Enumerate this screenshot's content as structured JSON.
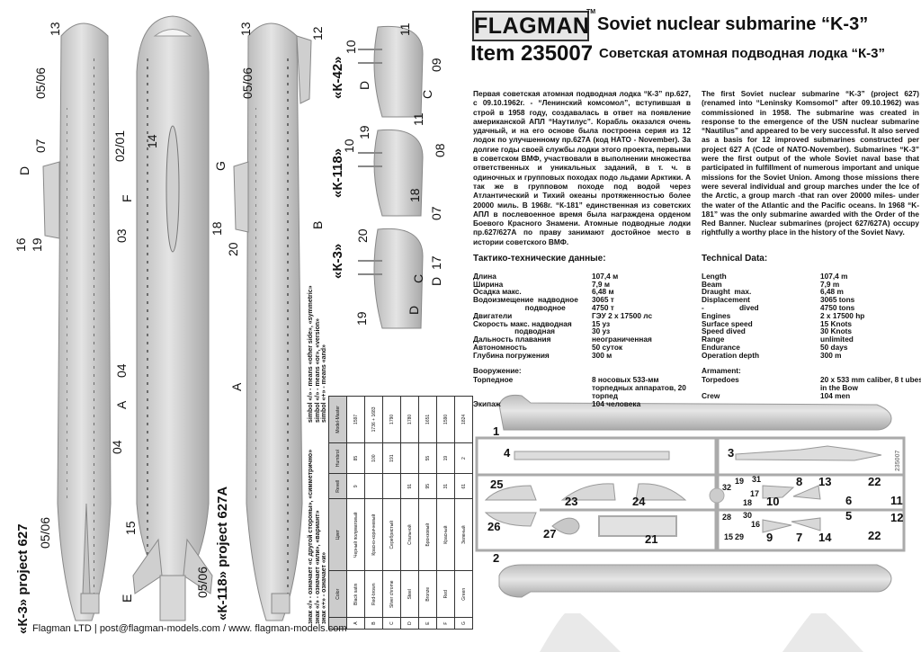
{
  "header": {
    "brand": "FLAGMAN",
    "trademark": "TM",
    "item": "Item 235007",
    "title_en": "Soviet nuclear submarine “K-3”",
    "title_ru": "Советская атомная подводная лодка “К-3”"
  },
  "description": {
    "ru": "Первая советская атомная подводная лодка “К-3” пр.627, с 09.10.1962г. - “Ленинский комсомол”, вступившая в строй в 1958 году, создавалась в ответ на появление американской АПЛ “Наутилус”. Корабль оказался очень удачный, и на его основе была построена серия из 12 лодок по улучшенному пр.627А (код НАТО - November). За долгие годы своей службы лодки этого проекта, первыми в советском ВМФ, участвовали в выполнении множества ответственных и уникальных заданий, в т. ч. в одиночных и групповых походах подо льдами Арктики. А так же в групповом походе под водой через Атлантический и Тихий океаны протяженностью более 20000 миль. В 1968г. “К-181” единственная из советских АПЛ в послевоенное время была награждена орденом Боевого Красного Знамени. Атомные подводные лодки пр.627/627А по праву занимают достойное место в истории советского ВМФ.",
    "en": "The first Soviet nuclear submarine “K-3” (project 627) (renamed into “Leninsky Komsomol” after 09.10.1962) was commissioned in 1958. The submarine was created in response to the emergence of the USN nuclear submarine “Nautilus” and appeared to be very successful. It also served as a basis for 12 improved submarines constructed per project 627 A (Code of NATO-November). Submarines “K-3” were the first output of the whole Soviet naval base that participated in fulfillment of numerous important and unique missions for the Soviet Union. Among those missions there were several individual and group marches under the Ice of the Arctic, a group march -that ran over 20000 miles- under the water of the Atlantic and the Pacific oceans. In 1968 “K-181” was the only submarine awarded with the Order of the Red Banner. Nuclear submarines (project 627/627A) occupy rightfully a worthy place in the history of the Soviet Navy."
  },
  "tech_ru": {
    "heading": "Тактико-технические данные:",
    "rows": [
      {
        "k": "Длина",
        "v": "107,4 м"
      },
      {
        "k": "Ширина",
        "v": "7,9 м"
      },
      {
        "k": "Осадка макс.",
        "v": "6,48 м"
      },
      {
        "k": "Водоизмещение  надводное",
        "v": "3065 т"
      },
      {
        "k": "                         подводное",
        "v": "4750 т"
      },
      {
        "k": "Двигатели",
        "v": "ГЭУ 2 х 17500 лс"
      },
      {
        "k": "Скорость макс. надводная",
        "v": "15 уз"
      },
      {
        "k": "                    подводная",
        "v": "30 уз"
      },
      {
        "k": "Дальность плавания",
        "v": "неограниченная"
      },
      {
        "k": "Автономность",
        "v": "50 суток"
      },
      {
        "k": "Глубина погружения",
        "v": "300 м"
      }
    ],
    "armament_heading": "Вооружение:",
    "armament": [
      {
        "k": "Торпедное",
        "v": "8 носовых 533-мм торпедных аппаратов, 20 торпед"
      },
      {
        "k": "Экипаж",
        "v": "104 человека"
      }
    ]
  },
  "tech_en": {
    "heading": "Technical Data:",
    "rows": [
      {
        "k": "Length",
        "v": "107,4 m"
      },
      {
        "k": "Beam",
        "v": "7,9 m"
      },
      {
        "k": "Draught  max.",
        "v": "6,48 m"
      },
      {
        "k": "Displacement",
        "v": "3065 tons"
      },
      {
        "k": "-                 dived",
        "v": "4750 tons"
      },
      {
        "k": "Engines",
        "v": "2 x 17500 hp"
      },
      {
        "k": "Surface speed",
        "v": "15 Knots"
      },
      {
        "k": "Speed dived",
        "v": "30 Knots"
      },
      {
        "k": "Range",
        "v": "unlimited"
      },
      {
        "k": "Endurance",
        "v": "50 days"
      },
      {
        "k": "Operation depth",
        "v": "300 m"
      }
    ],
    "armament_heading": "Armament:",
    "armament": [
      {
        "k": "Torpedoes",
        "v": "20 x 533 mm caliber, 8 t ubes in the Bow"
      },
      {
        "k": "Crew",
        "v": "104 men"
      }
    ]
  },
  "legend": {
    "en": [
      "simbol «/» - means «other side», «symmetric»",
      "simbol «/» - means «or», «version»",
      "simbol «+» - means «and»"
    ],
    "ru": [
      "знак «/» - означает «с другой стороны», «симметрично»",
      "знак «/» - означает «или», «вариант»",
      "знак «+» - означает «и»"
    ]
  },
  "color_table": {
    "headers": [
      "",
      "Color",
      "Цвет",
      "Revell",
      "Humbrol",
      "Model-Master"
    ],
    "rows": [
      [
        "A",
        "Black satin",
        "Черный полуматовый",
        "9",
        "85",
        "1597"
      ],
      [
        "B",
        "Red-brown",
        "Красно-коричневый",
        "",
        "100",
        "1736 + 1683"
      ],
      [
        "C",
        "Silver chrome",
        "Серебристый",
        "",
        "191",
        "1790"
      ],
      [
        "D",
        "Steel",
        "Стальной",
        "91",
        "",
        "1780"
      ],
      [
        "E",
        "Bronze",
        "Бронзовый",
        "95",
        "55",
        "1651"
      ],
      [
        "F",
        "Red",
        "Красный",
        "31",
        "19",
        "1590"
      ],
      [
        "G",
        "Green",
        "Зеленый",
        "61",
        "2",
        "1824"
      ]
    ]
  },
  "drawings": {
    "model_labels": [
      "«К-3» project 627",
      "«К-118» project 627A"
    ],
    "detail_labels": [
      "«К-42»",
      "«К-118»",
      "«К-3»"
    ],
    "callouts": [
      "13",
      "05/06",
      "02/01",
      "07",
      "D",
      "16",
      "19",
      "03",
      "04",
      "A",
      "04",
      "05/06",
      "14",
      "F",
      "G",
      "15",
      "E",
      "13",
      "12",
      "05/06",
      "18",
      "20",
      "B",
      "A",
      "05/06",
      "11",
      "10",
      "09",
      "D",
      "C",
      "11",
      "10",
      "19",
      "08",
      "18",
      "20",
      "07",
      "17",
      "D",
      "C",
      "D",
      "19"
    ]
  },
  "sprue": {
    "parts": [
      "1",
      "2",
      "3",
      "4",
      "5",
      "6",
      "7",
      "8",
      "9",
      "10",
      "11",
      "12",
      "13",
      "14",
      "15",
      "16",
      "17",
      "18",
      "19",
      "21",
      "22",
      "22",
      "23",
      "24",
      "25",
      "26",
      "27",
      "28",
      "29",
      "30",
      "31",
      "32"
    ],
    "sprue_code": "235007"
  },
  "footer": {
    "company": "Flagman LTD",
    "email": "post@flagman-models.com",
    "web": "www. flagman-models.com",
    "sep1": "|",
    "sep2": "/"
  }
}
